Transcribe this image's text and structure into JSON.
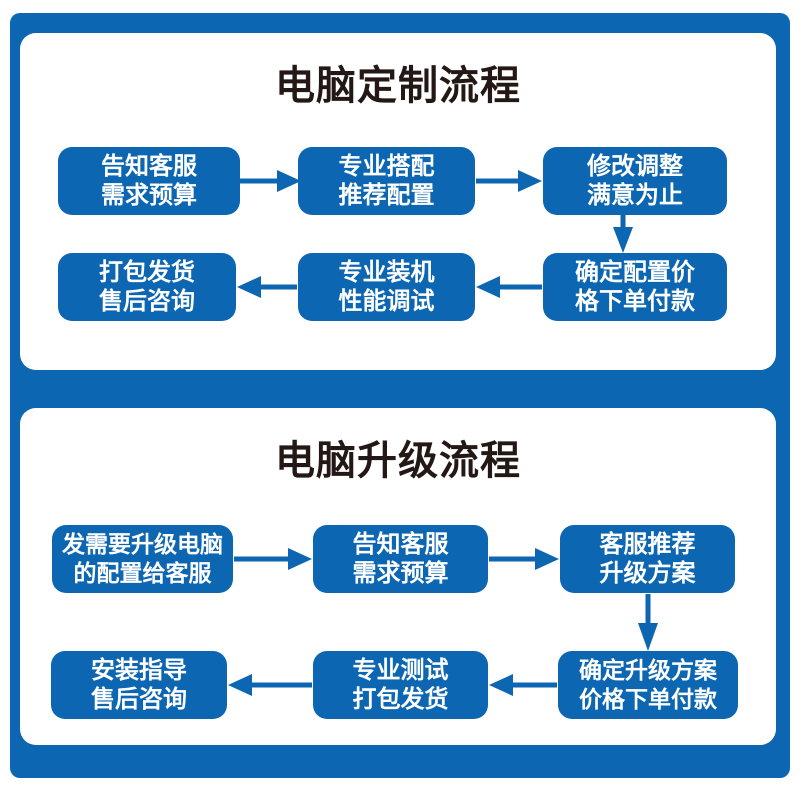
{
  "colors": {
    "panel_blue": "#0d66b1",
    "box_blue": "#0d66b1",
    "title_text": "#231815",
    "box_text": "#ffffff",
    "page_bg": "#ffffff"
  },
  "panel1": {
    "title": "电脑定制流程",
    "steps": [
      {
        "label": "告知客服\n需求预算"
      },
      {
        "label": "专业搭配\n推荐配置"
      },
      {
        "label": "修改调整\n满意为止"
      },
      {
        "label": "确定配置价\n格下单付款"
      },
      {
        "label": "专业装机\n性能调试"
      },
      {
        "label": "打包发货\n售后咨询"
      }
    ]
  },
  "panel2": {
    "title": "电脑升级流程",
    "steps": [
      {
        "label": "发需要升级电脑\n的配置给客服"
      },
      {
        "label": "告知客服\n需求预算"
      },
      {
        "label": "客服推荐\n升级方案"
      },
      {
        "label": "确定升级方案\n价格下单付款"
      },
      {
        "label": "专业测试\n打包发货"
      },
      {
        "label": "安装指导\n售后咨询"
      }
    ]
  }
}
